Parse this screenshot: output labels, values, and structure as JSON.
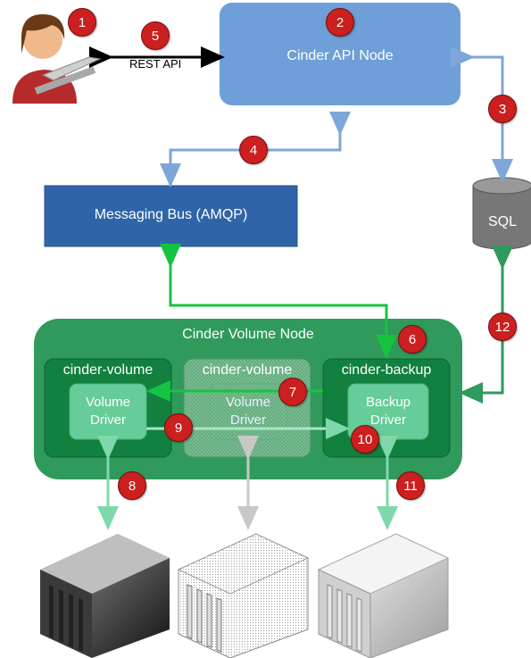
{
  "nodes": {
    "api": "Cinder API Node",
    "bus": "Messaging Bus (AMQP)",
    "sql": "SQL",
    "volume_node": "Cinder Volume Node",
    "svc_volume_1": "cinder-volume",
    "svc_volume_2": "cinder-volume",
    "svc_backup": "cinder-backup",
    "driver_1": "Volume\nDriver",
    "driver_2": "Volume\nDriver",
    "driver_backup": "Backup\nDriver"
  },
  "edges": {
    "rest_api": "REST API"
  },
  "badges": [
    "1",
    "2",
    "3",
    "4",
    "5",
    "6",
    "7",
    "8",
    "9",
    "10",
    "11",
    "12"
  ],
  "colors": {
    "api_fill": "#6f9fd8",
    "bus_fill": "#3064a8",
    "sql_fill": "#777777",
    "volume_node_fill": "#2f9a5c",
    "service_fill": "#12803f",
    "driver_fill": "#66cc99",
    "badge": "#cc1f1f",
    "arrow_blue": "#7ea6d8",
    "arrow_green": "#16c340",
    "arrow_dark_green": "#2f9a5c",
    "arrow_light_green": "#66cc99",
    "arrow_gray": "#c8c8c8"
  },
  "icons": [
    "user-icon",
    "database-icon",
    "server-icon"
  ]
}
